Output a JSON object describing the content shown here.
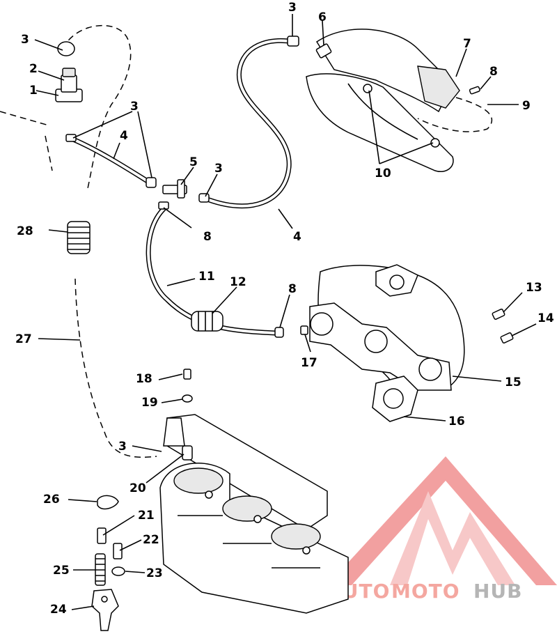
{
  "labels": {
    "l1": "1",
    "l2": "2",
    "l3a": "3",
    "l3b": "3",
    "l3c": "3",
    "l3d": "3",
    "l3e": "3",
    "l4a": "4",
    "l4b": "4",
    "l5": "5",
    "l6": "6",
    "l7": "7",
    "l8a": "8",
    "l8b": "8",
    "l8c": "8",
    "l9": "9",
    "l10": "10",
    "l11": "11",
    "l12": "12",
    "l13": "13",
    "l14": "14",
    "l15": "15",
    "l16": "16",
    "l17": "17",
    "l18": "18",
    "l19": "19",
    "l20": "20",
    "l21": "21",
    "l22": "22",
    "l23": "23",
    "l24": "24",
    "l25": "25",
    "l26": "26",
    "l27": "27",
    "l28": "28"
  },
  "watermark": {
    "word_a": "AUTO",
    "word_b": "MOTO",
    "word_c": "HUB"
  }
}
